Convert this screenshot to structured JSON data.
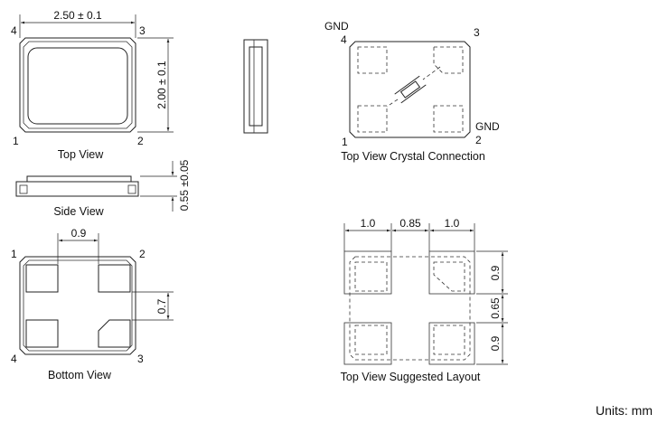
{
  "top_view": {
    "caption": "Top View",
    "width_dim": "2.50 ± 0.1",
    "height_dim": "2.00 ± 0.1",
    "pins": {
      "p1": "1",
      "p2": "2",
      "p3": "3",
      "p4": "4"
    }
  },
  "side_view": {
    "caption": "Side View",
    "height_dim": "0.55 ±0.05"
  },
  "bottom_view": {
    "caption": "Bottom View",
    "pad_gap_dim": "0.9",
    "pad_height_dim": "0.7",
    "pins": {
      "p1": "1",
      "p2": "2",
      "p3": "3",
      "p4": "4"
    }
  },
  "crystal_connection": {
    "caption": "Top View Crystal Connection",
    "gnd_top": "GND",
    "gnd_bottom": "GND",
    "pins": {
      "p1": "1",
      "p2": "2",
      "p3": "3",
      "p4": "4"
    }
  },
  "suggested_layout": {
    "caption": "Top View Suggested Layout",
    "dim_left": "1.0",
    "dim_mid": "0.85",
    "dim_right": "1.0",
    "dim_top": "0.9",
    "dim_gap": "0.65",
    "dim_bottom": "0.9"
  },
  "units": "Units: mm"
}
